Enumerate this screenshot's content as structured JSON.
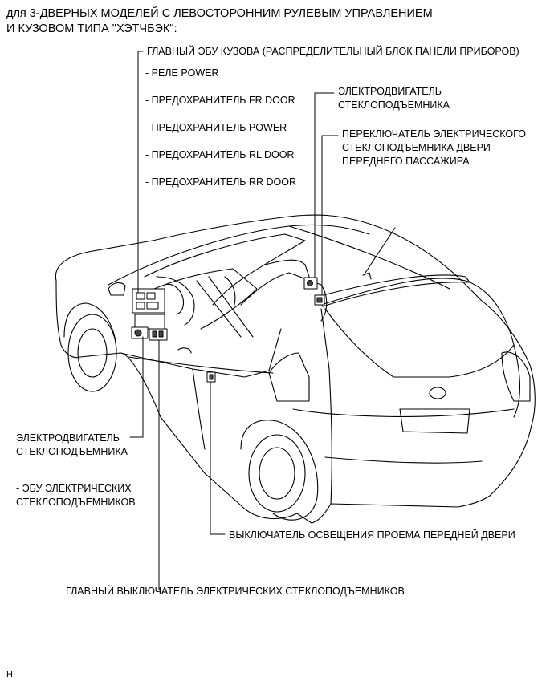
{
  "title": {
    "line1": "для 3-ДВЕРНЫХ МОДЕЛЕЙ С ЛЕВОСТОРОННИМ РУЛЕВЫМ УПРАВЛЕНИЕМ",
    "line2": "И КУЗОВОМ ТИПА \"ХЭТЧБЭК\":"
  },
  "labels": {
    "main_body_ecu": "ГЛАВНЫЙ ЭБУ КУЗОВА (РАСПРЕДЕЛИТЕЛЬНЫЙ БЛОК ПАНЕЛИ ПРИБОРОВ)",
    "ecu_items": [
      "- РЕЛЕ POWER",
      "- ПРЕДОХРАНИТЕЛЬ FR DOOR",
      "- ПРЕДОХРАНИТЕЛЬ POWER",
      "- ПРЕДОХРАНИТЕЛЬ RL DOOR",
      "- ПРЕДОХРАНИТЕЛЬ RR DOOR"
    ],
    "motor_right_line1": "ЭЛЕКТРОДВИГАТЕЛЬ",
    "motor_right_line2": "СТЕКЛОПОДЪЕМНИКА",
    "passenger_switch_line1": "ПЕРЕКЛЮЧАТЕЛЬ ЭЛЕКТРИЧЕСКОГО",
    "passenger_switch_line2": "СТЕКЛОПОДЪЕМНИКА ДВЕРИ",
    "passenger_switch_line3": "ПЕРЕДНЕГО ПАССАЖИРА",
    "motor_left_line1": "ЭЛЕКТРОДВИГАТЕЛЬ",
    "motor_left_line2": "СТЕКЛОПОДЪЕМНИКА",
    "window_ecu_line1": "- ЭБУ ЭЛЕКТРИЧЕСКИХ",
    "window_ecu_line2": "СТЕКЛОПОДЪЕМНИКОВ",
    "courtesy_switch": "ВЫКЛЮЧАТЕЛЬ ОСВЕЩЕНИЯ ПРОЕМА ПЕРЕДНЕЙ ДВЕРИ",
    "master_switch": "ГЛАВНЫЙ ВЫКЛЮЧАТЕЛЬ ЭЛЕКТРИЧЕСКИХ СТЕКЛОПОДЪЕМНИКОВ"
  },
  "footer_mark": "H"
}
